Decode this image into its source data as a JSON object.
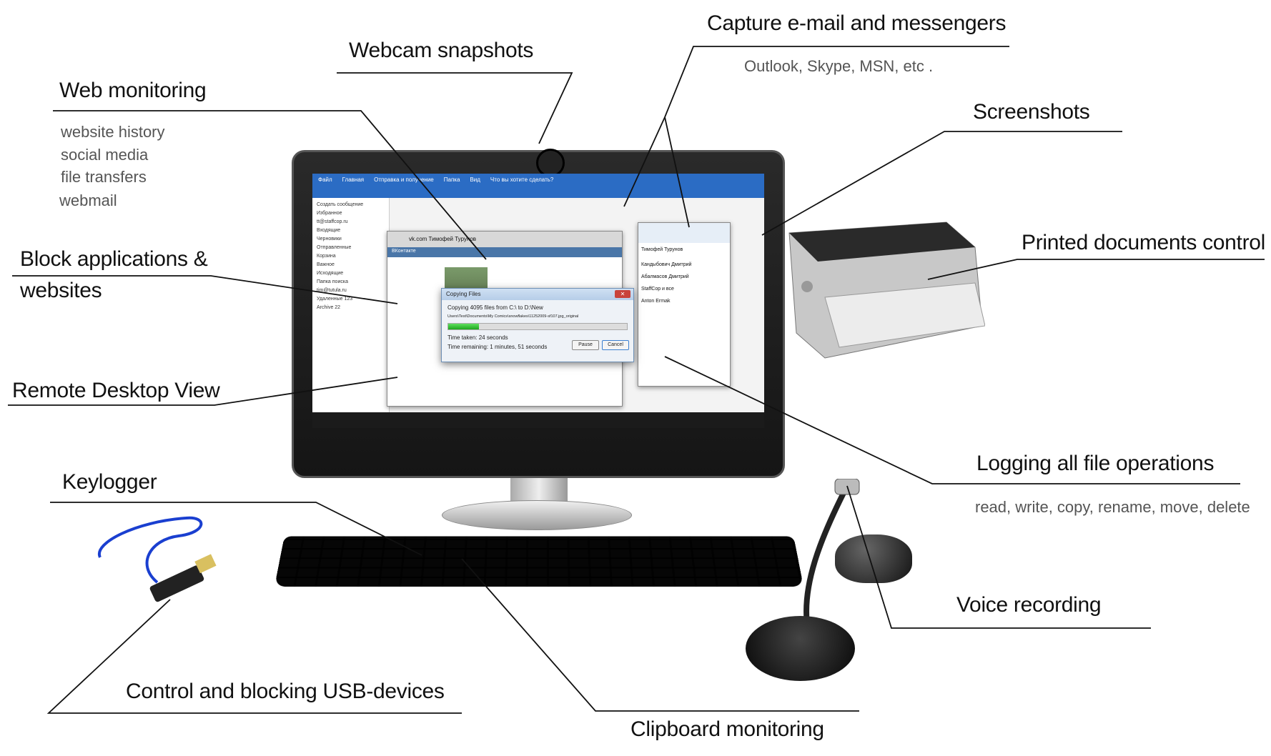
{
  "labels": {
    "webcam": "Webcam snapshots",
    "capture": "Capture e-mail and messengers",
    "capture_sub": "Outlook, Skype, MSN, etc .",
    "web": "Web monitoring",
    "web_sub": [
      "website history",
      "social media",
      "file transfers",
      "webmail"
    ],
    "screenshots": "Screenshots",
    "printed": "Printed documents control",
    "block1": "Block applications &",
    "block2": "websites",
    "remote": "Remote Desktop View",
    "keylogger": "Keylogger",
    "logging": "Logging all file operations",
    "logging_sub": "read, write, copy, rename, move, delete",
    "voice": "Voice recording",
    "usb": "Control and blocking USB-devices",
    "clipboard": "Clipboard monitoring"
  },
  "screen": {
    "ribbon": [
      "Файл",
      "Главная",
      "Отправка и получение",
      "Папка",
      "Вид",
      "Что вы хотите сделать?"
    ],
    "folders": [
      "Создать сообщение",
      "Избранное",
      "tt@staffcop.ru",
      "Входящие",
      "Черновики",
      "Отправленные",
      "Корзина",
      "Важное",
      "Исходящие",
      "Папка поиска",
      "tim@tutula.ru",
      "Удаленные 123",
      "Archive 22"
    ],
    "browser_site": "vk.com Тимофей Турунов",
    "vk_logo": "ВКонтакте",
    "skype_contacts": [
      "Тимофей Турунов",
      "Кандыбович Дмитрий",
      "Абалмасов Дмитрий",
      "StaffCop и все",
      "Anton Ermak"
    ],
    "dialog": {
      "title": "Copying Files",
      "line1": "Copying 4095 files from C:\\ to D:\\New",
      "path": "Users\\Test\\Documents\\My Comics\\snowflakes\\11252009-sf107.jpg_original",
      "progress": 0.17,
      "taken": "Time taken: 24 seconds",
      "remaining": "Time remaining: 1 minutes, 51 seconds",
      "pause": "Pause",
      "cancel": "Cancel"
    }
  }
}
